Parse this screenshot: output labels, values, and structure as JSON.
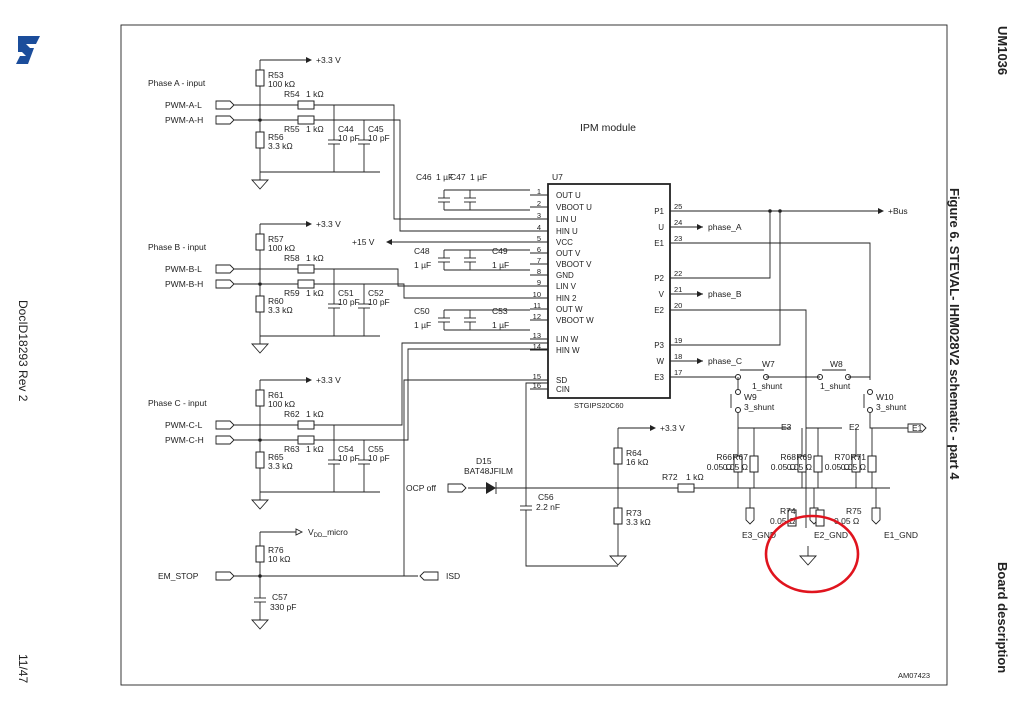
{
  "header": {
    "doc_code": "UM1036",
    "section": "Board description"
  },
  "footer": {
    "doc_id": "DocID18293 Rev 2",
    "page": "11/47"
  },
  "figure": {
    "caption": "Figure 6. STEVAL- IHM028V2 schematic - part 4",
    "code": "AM07423"
  },
  "brand": {
    "logo_text": "ST",
    "logo_color": "#1b4d9b"
  },
  "schematic": {
    "module_title": "IPM module",
    "ic": {
      "ref": "U7",
      "part": "STGIPS20C60"
    },
    "left_pins": [
      {
        "n": "1",
        "name": "OUT U"
      },
      {
        "n": "2",
        "name": "VBOOT U"
      },
      {
        "n": "3",
        "name": "LIN U"
      },
      {
        "n": "4",
        "name": "HIN U"
      },
      {
        "n": "5",
        "name": "VCC"
      },
      {
        "n": "6",
        "name": "OUT V"
      },
      {
        "n": "7",
        "name": "VBOOT V"
      },
      {
        "n": "8",
        "name": "GND"
      },
      {
        "n": "9",
        "name": "LIN V"
      },
      {
        "n": "10",
        "name": "HIN 2"
      },
      {
        "n": "11",
        "name": "OUT W"
      },
      {
        "n": "12",
        "name": "VBOOT W"
      },
      {
        "n": "13",
        "name": "LIN W"
      },
      {
        "n": "14",
        "name": "HIN W"
      },
      {
        "n": "15",
        "name": "SD"
      },
      {
        "n": "16",
        "name": "CIN"
      }
    ],
    "right_pins": [
      {
        "n": "25",
        "name": "P1"
      },
      {
        "n": "24",
        "name": "U"
      },
      {
        "n": "23",
        "name": "E1"
      },
      {
        "n": "22",
        "name": "P2"
      },
      {
        "n": "21",
        "name": "V"
      },
      {
        "n": "20",
        "name": "E2"
      },
      {
        "n": "19",
        "name": "P3"
      },
      {
        "n": "18",
        "name": "W"
      },
      {
        "n": "17",
        "name": "E3"
      }
    ],
    "phases": [
      {
        "title": "Phase A - input",
        "in_l": "PWM-A-L",
        "in_h": "PWM-A-H",
        "rpu": "R53",
        "rpu_val": "100 kΩ",
        "rs1": "R54",
        "rs1_val": "1 kΩ",
        "rs2": "R55",
        "rs2_val": "1 kΩ",
        "rpd": "R56",
        "rpd_val": "3.3 kΩ",
        "c1": "C44",
        "c1_val": "10 pF",
        "c2": "C45",
        "c2_val": "10 pF",
        "supply": "+3.3 V"
      },
      {
        "title": "Phase B - input",
        "in_l": "PWM-B-L",
        "in_h": "PWM-B-H",
        "rpu": "R57",
        "rpu_val": "100 kΩ",
        "rs1": "R58",
        "rs1_val": "1 kΩ",
        "rs2": "R59",
        "rs2_val": "1 kΩ",
        "rpd": "R60",
        "rpd_val": "3.3 kΩ",
        "c1": "C51",
        "c1_val": "10 pF",
        "c2": "C52",
        "c2_val": "10 pF",
        "supply": "+3.3 V"
      },
      {
        "title": "Phase C - input",
        "in_l": "PWM-C-L",
        "in_h": "PWM-C-H",
        "rpu": "R61",
        "rpu_val": "100 kΩ",
        "rs1": "R62",
        "rs1_val": "1 kΩ",
        "rs2": "R63",
        "rs2_val": "1 kΩ",
        "rpd": "R65",
        "rpd_val": "3.3 kΩ",
        "c1": "C54",
        "c1_val": "10 pF",
        "c2": "C55",
        "c2_val": "10 pF",
        "supply": "+3.3 V"
      }
    ],
    "boot_caps": [
      {
        "ref": "C46",
        "val": "1 µF"
      },
      {
        "ref": "C47",
        "val": "1 µF"
      },
      {
        "ref": "C48",
        "val": "1 µF"
      },
      {
        "ref": "C49",
        "val": "1 µF"
      },
      {
        "ref": "C50",
        "val": "1 µF"
      },
      {
        "ref": "C53",
        "val": "1 µF"
      }
    ],
    "nets": {
      "vcc": "+15 V",
      "bus": "+Bus",
      "phase_a": "phase_A",
      "phase_b": "phase_B",
      "phase_c": "phase_C",
      "ocp": "OCP off",
      "isd": "ISD",
      "em_stop": "EM_STOP",
      "vdd_micro": "V",
      "vdd_sub": "DD",
      "vdd_tail": "_micro",
      "e1": "E1",
      "e2": "E2",
      "e3": "E3",
      "e1_gnd": "E1_GND",
      "e2_gnd": "E2_GND",
      "e3_gnd": "E3_GND",
      "supply": "+3.3 V"
    },
    "jumpers": [
      {
        "ref": "W7",
        "label": "1_shunt"
      },
      {
        "ref": "W8",
        "label": "1_shunt"
      },
      {
        "ref": "W9",
        "label": "3_shunt"
      },
      {
        "ref": "W10",
        "label": "3_shunt"
      }
    ],
    "shunts": [
      {
        "ref": "R66",
        "val": "0.05 Ω"
      },
      {
        "ref": "R67",
        "val": "0.05 Ω"
      },
      {
        "ref": "R68",
        "val": "0.05 Ω"
      },
      {
        "ref": "R69",
        "val": "0.05 Ω"
      },
      {
        "ref": "R70",
        "val": "0.05 Ω"
      },
      {
        "ref": "R71",
        "val": "0.05 Ω"
      },
      {
        "ref": "R74",
        "val": "0.05 Ω"
      },
      {
        "ref": "R75",
        "val": "0.05 Ω"
      }
    ],
    "ocp": {
      "diode": "D15",
      "diode_part": "BAT48JFILM",
      "r64": "R64",
      "r64_val": "16 kΩ",
      "r72": "R72",
      "r72_val": "1 kΩ",
      "r73": "R73",
      "r73_val": "3.3 kΩ",
      "c56": "C56",
      "c56_val": "2.2 nF"
    },
    "emstop": {
      "r76": "R76",
      "r76_val": "10 kΩ",
      "c57": "C57",
      "c57_val": "330 pF"
    }
  }
}
